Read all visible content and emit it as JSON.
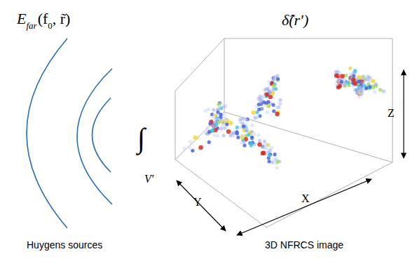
{
  "diagram": {
    "labels": [
      "E",
      "far",
      "(f",
      "0",
      ", r̃)",
      "Huygens sources",
      "∫",
      "V′",
      "δ̂(r′)",
      "3D NFRCS image",
      "Y",
      "X",
      "Z"
    ]
  }
}
